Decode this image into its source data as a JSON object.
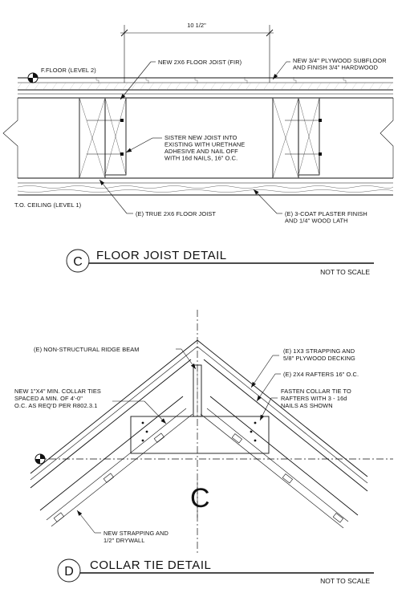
{
  "detail_c": {
    "dimension": "10 1/2\"",
    "level_floor": "F.FLOOR (LEVEL 2)",
    "level_ceiling": "T.O. CEILING (LEVEL 1)",
    "note_new_joist": "NEW 2X6 FLOOR JOIST (FIR)",
    "note_subfloor": [
      "NEW 3/4\" PLYWOOD SUBFLOOR",
      "AND FINISH 3/4\" HARDWOOD"
    ],
    "note_sister": [
      "SISTER NEW JOIST INTO",
      "EXISTING WITH URETHANE",
      "ADHESIVE AND NAIL OFF",
      "WITH 16d NAILS, 16\" O.C."
    ],
    "note_true_joist": "(E) TRUE 2X6 FLOOR JOIST",
    "note_plaster": [
      "(E) 3-COAT PLASTER FINISH",
      "AND 1/4\" WOOD LATH"
    ],
    "tag": "C",
    "title": "FLOOR JOIST DETAIL",
    "scale": "NOT TO SCALE"
  },
  "detail_d": {
    "note_ridge": "(E) NON-STRUCTURAL RIDGE BEAM",
    "note_collar": [
      "NEW 1\"X4\" MIN. COLLAR TIES",
      "SPACED A MIN. OF 4'-0\"",
      "O.C. AS REQ'D PER R802.3.1"
    ],
    "note_strapping": [
      "(E) 1X3 STRAPPING AND",
      "5/8\" PLYWOOD DECKING"
    ],
    "note_rafters": "(E) 2X4 RAFTERS 16\" O.C.",
    "note_fasten": [
      "FASTEN COLLAR TIE TO",
      "RAFTERS WITH 3 - 16d",
      "NAILS AS SHOWN"
    ],
    "note_drywall": [
      "NEW STRAPPING AND",
      "1/2\" DRYWALL"
    ],
    "tag": "D",
    "title": "COLLAR TIE DETAIL",
    "scale": "NOT TO SCALE"
  }
}
